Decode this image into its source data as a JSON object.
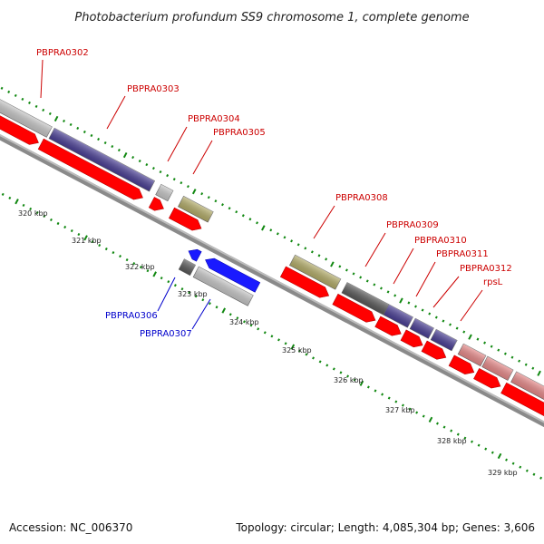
{
  "title": "Photobacterium profundum SS9 chromosome 1, complete genome",
  "footer": {
    "accession": "Accession: NC_006370",
    "topology": "Topology: circular; Length: 4,085,304 bp; Genes: 3,606"
  },
  "kbp_labels": [
    "320 kbp",
    "321 kbp",
    "322 kbp",
    "323 kbp",
    "324 kbp",
    "325 kbp",
    "326 kbp",
    "327 kbp",
    "328 kbp",
    "329 kbp"
  ],
  "gene_labels_forward": [
    "PBPRA0302",
    "PBPRA0303",
    "PBPRA0304",
    "PBPRA0305",
    "PBPRA0308",
    "PBPRA0309",
    "PBPRA0310",
    "PBPRA0311",
    "PBPRA0312",
    "rpsL"
  ],
  "gene_labels_reverse": [
    "PBPRA0306",
    "PBPRA0307"
  ],
  "colors": {
    "forward_label": "#cc0000",
    "reverse_label": "#0000cc",
    "cds": "#ff0000",
    "tick": "#118811",
    "backbone": "#808080"
  }
}
